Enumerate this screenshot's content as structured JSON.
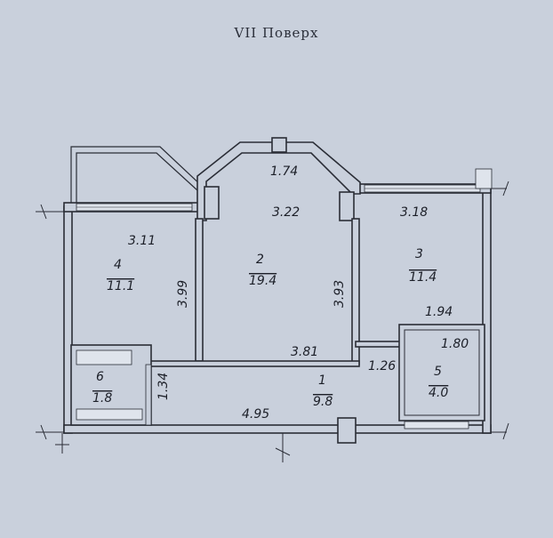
{
  "title": "VII   Поверх",
  "rooms": [
    {
      "num": "1",
      "area": "9.8"
    },
    {
      "num": "2",
      "area": "19.4"
    },
    {
      "num": "3",
      "area": "11.4"
    },
    {
      "num": "4",
      "area": "11.1"
    },
    {
      "num": "5",
      "area": "4.0"
    },
    {
      "num": "6",
      "area": "1.8"
    }
  ],
  "dimensions": [
    "1.74",
    "3.22",
    "3.18",
    "3.11",
    "3.99",
    "3.93",
    "1.94",
    "1.80",
    "3.81",
    "1.26",
    "1.34",
    "4.95"
  ]
}
